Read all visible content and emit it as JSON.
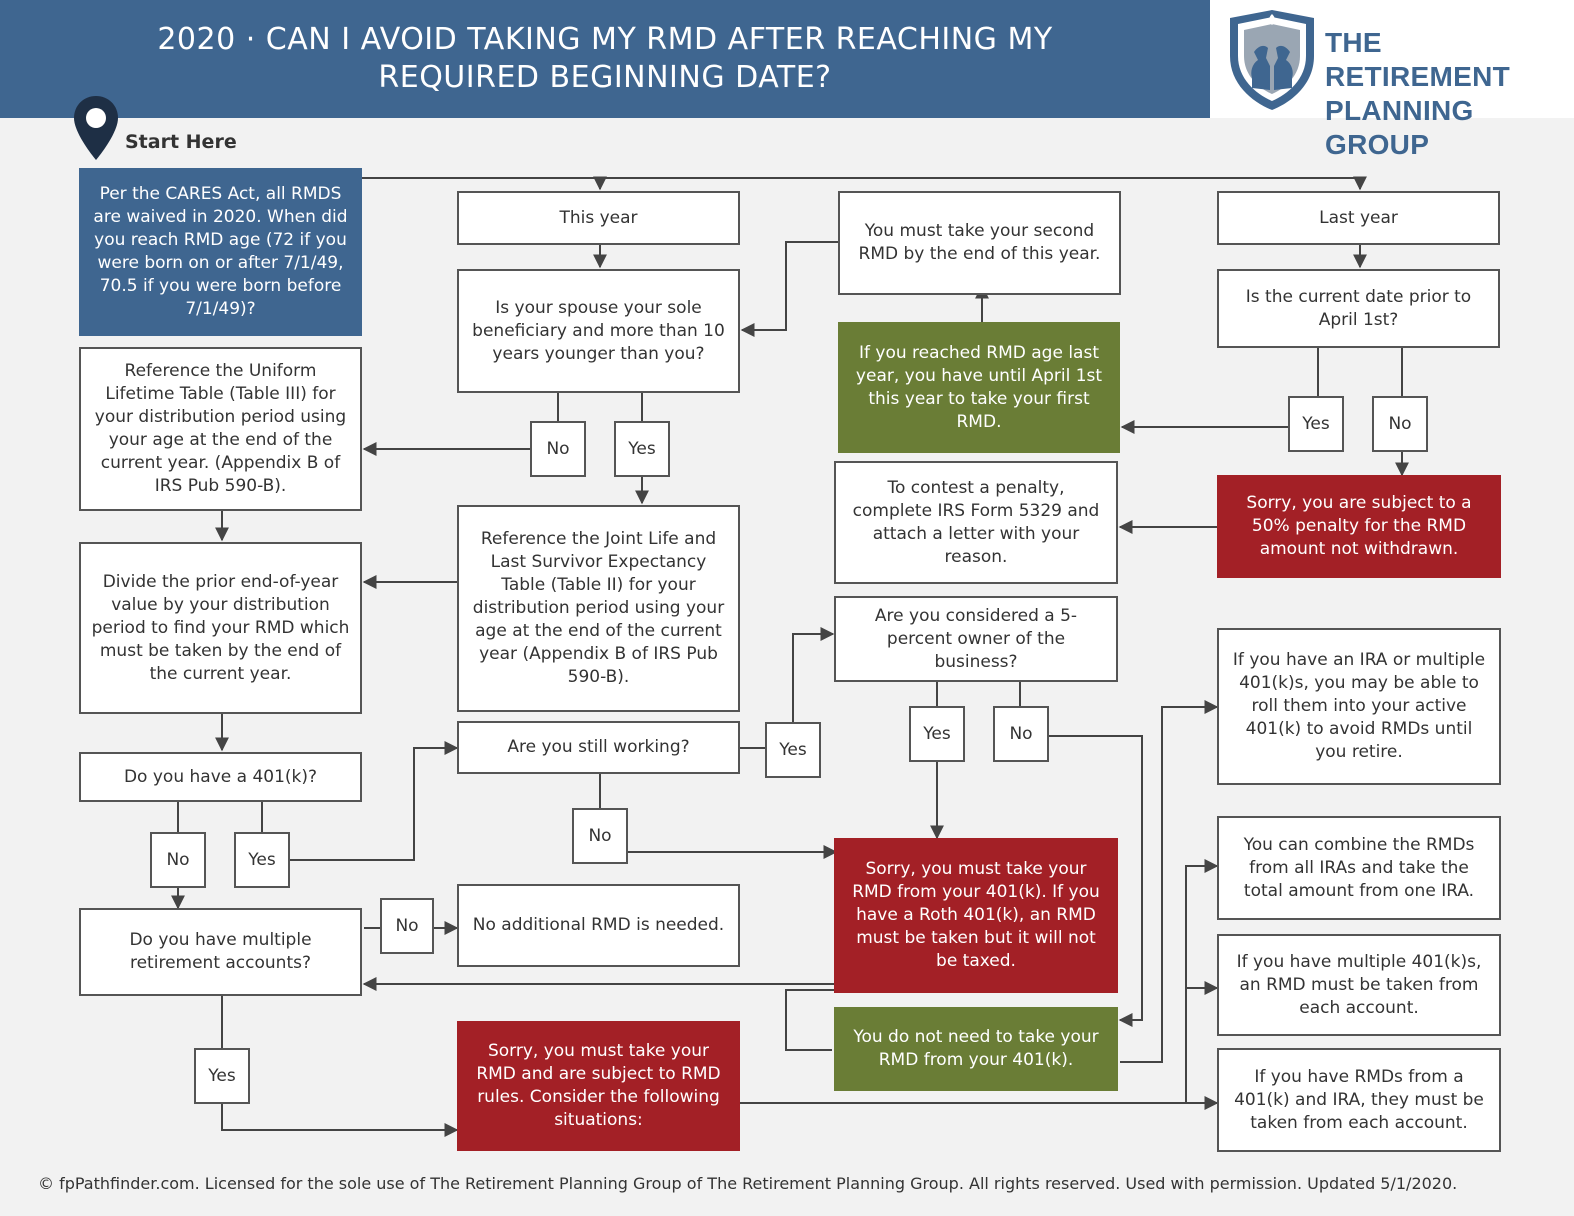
{
  "header": {
    "title": "2020 · CAN I AVOID TAKING MY RMD AFTER REACHING MY REQUIRED BEGINNING DATE?",
    "logo_text": "THE RETIREMENT PLANNING GROUP"
  },
  "start_label": "Start Here",
  "nodes": {
    "start": "Per the CARES Act, all RMDS are waived in 2020. When did you reach RMD age (72 if you were born on or after 7/1/49, 70.5 if you were born before 7/1/49)?",
    "this_year": "This year",
    "spouse": "Is your spouse your sole beneficiary and more than 10 years younger than you?",
    "second_rmd": "You must take your second RMD by the end of this year.",
    "last_year": "Last year",
    "april": "Is the current date prior to April 1st?",
    "uniform": "Reference the Uniform Lifetime Table (Table III) for your distribution period using your age at the end of the current year. (Appendix B of IRS Pub 590-B).",
    "until_april": "If you reached RMD age last year, you have until April 1st this year to take your first RMD.",
    "contest": "To contest a penalty, complete IRS Form 5329 and attach a letter with your reason.",
    "penalty": "Sorry, you are subject to a 50% penalty for the RMD amount not withdrawn.",
    "divide": "Divide the prior end-of-year value by your distribution period to find your RMD which must be taken by the end of the current year.",
    "joint": "Reference the Joint Life and Last Survivor Expectancy Table (Table II) for your distribution period using your age at the end of the current year (Appendix B of IRS Pub 590-B).",
    "owner": "Are you considered a 5-percent owner of the business?",
    "roll": "If you have an IRA or multiple 401(k)s, you may be able to roll them into your active 401(k) to avoid RMDs until you retire.",
    "have401k": "Do you have a 401(k)?",
    "working": "Are you still working?",
    "must401k": "Sorry, you must take your RMD from your 401(k). If you have a Roth 401(k), an RMD must be taken but it will not be taxed.",
    "combine": "You can combine the RMDs from all IRAs and take the total amount from one IRA.",
    "multiple": "Do you have multiple retirement accounts?",
    "no_additional": "No additional RMD is needed.",
    "multi401k": "If you have multiple 401(k)s, an RMD must be taken from each account.",
    "not_need": "You do not need to take your RMD from your 401(k).",
    "rules": "Sorry, you must take your RMD and are subject to RMD rules. Consider the following situations:",
    "both": "If you have RMDs from a 401(k) and IRA, they must be taken from each account."
  },
  "labels": {
    "yes": "Yes",
    "no": "No"
  },
  "colors": {
    "header_blue": "#3f6690",
    "green": "#6a7d36",
    "red": "#a32026",
    "line": "#444444"
  },
  "footer": "© fpPathfinder.com. Licensed for the sole use of The Retirement Planning Group of The Retirement Planning Group. All rights reserved. Used with permission. Updated 5/1/2020."
}
